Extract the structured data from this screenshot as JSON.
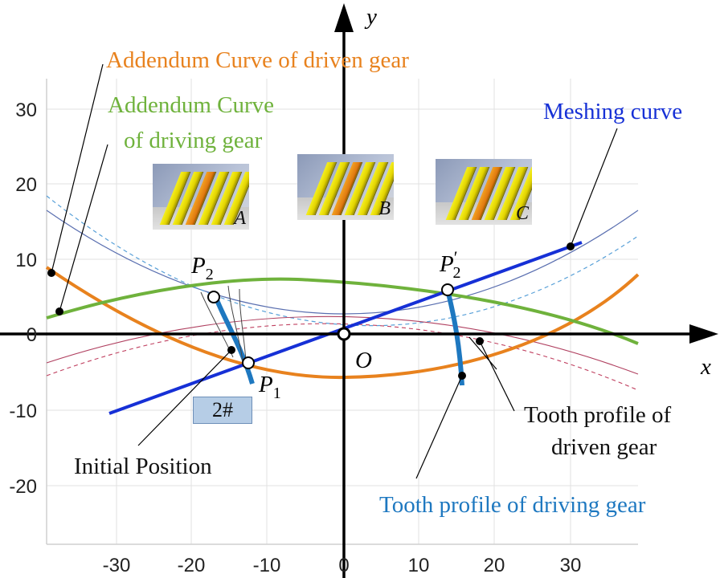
{
  "axes": {
    "x_label": "x",
    "y_label": "y",
    "origin_label": "O",
    "x_ticks": [
      "-30",
      "-20",
      "-10",
      "0",
      "10",
      "20",
      "30"
    ],
    "y_ticks": [
      "30",
      "20",
      "10",
      "0",
      "-10",
      "-20"
    ]
  },
  "labels": {
    "addendum_driven": "Addendum Curve of driven gear",
    "addendum_driving_1": "Addendum Curve",
    "addendum_driving_2": "of driving gear",
    "meshing_curve": "Meshing curve",
    "tooth_driven_1": "Tooth profile of",
    "tooth_driven_2": "driven gear",
    "tooth_driving": "Tooth profile of driving gear",
    "initial_position": "Initial Position",
    "tag": "2#"
  },
  "points": {
    "p2": {
      "main": "P",
      "sub": "2"
    },
    "p1": {
      "main": "P",
      "sub": "1"
    },
    "p2_prime": {
      "main": "P",
      "sub": "2",
      "sup": "′"
    }
  },
  "insets": [
    {
      "letter": "A"
    },
    {
      "letter": "B"
    },
    {
      "letter": "C"
    }
  ],
  "colors": {
    "driven_addendum": "#e8821e",
    "driving_addendum": "#6fb23c",
    "meshing": "#1630d6",
    "tooth_driving": "#1e78c0",
    "label_orange": "#e8821e",
    "label_green": "#6fb23c",
    "label_blue": "#1630d6",
    "label_lightblue": "#1e78c0"
  }
}
